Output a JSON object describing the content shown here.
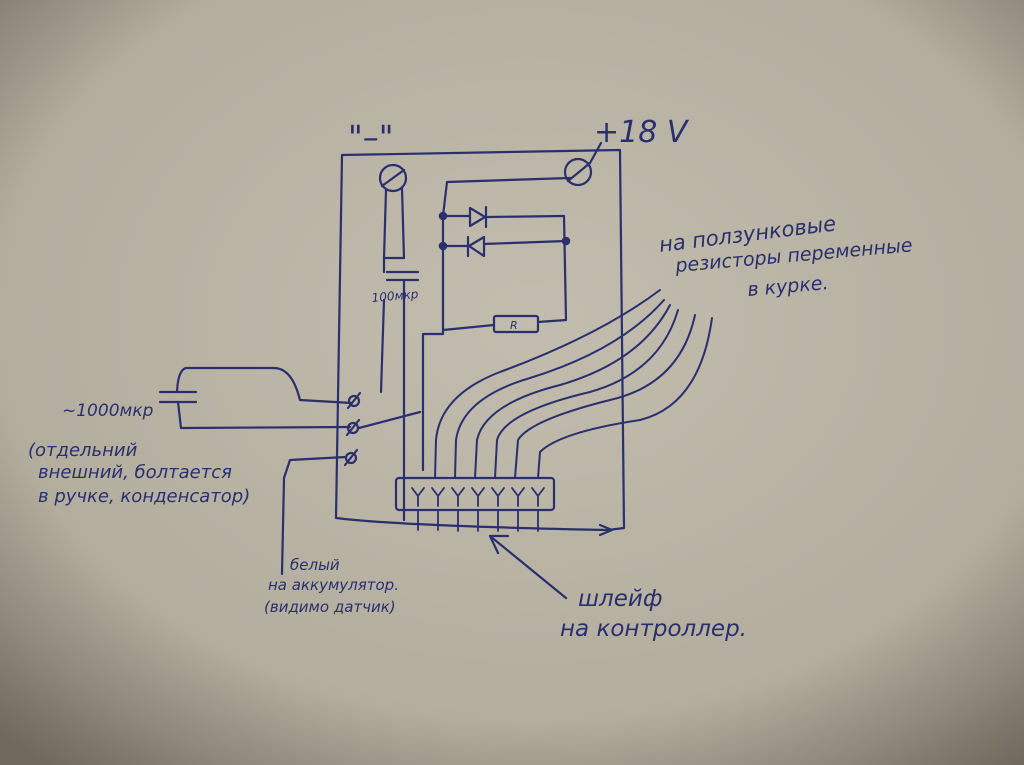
{
  "paper": {
    "color": "#c2bdae",
    "vignette": "#6f695d",
    "ink": "#2a2f6e"
  },
  "labels": {
    "minus_terminal": "\"–\"",
    "plus_terminal": "+18 V",
    "small_capacitor": "100мкр",
    "resistor": "R",
    "big_capacitor_value": "~1000мкр",
    "big_capacitor_note": [
      "(отдельний",
      "внешний, болтается",
      "в ручке, конденсатор)"
    ],
    "sliders_note": [
      "на ползунковые",
      "резисторы переменные",
      "в курке."
    ],
    "white_wire_note": [
      "белый",
      "на аккумулятор.",
      "(видимо датчик)"
    ],
    "ribbon_note": [
      "шлейф",
      "на контроллер."
    ]
  }
}
